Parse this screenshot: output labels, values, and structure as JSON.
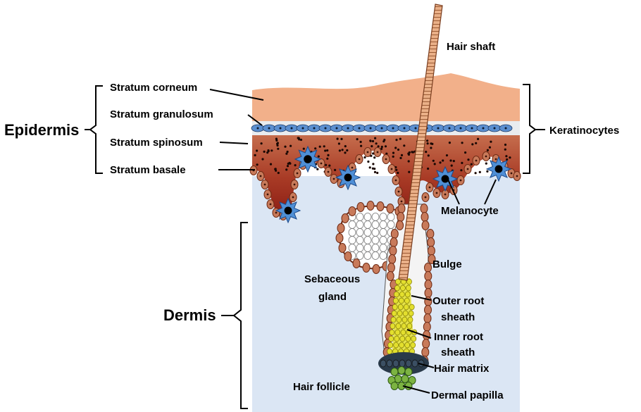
{
  "labels": {
    "hair_shaft": "Hair shaft",
    "stratum_corneum": "Stratum corneum",
    "stratum_granulosum": "Stratum granulosum",
    "stratum_spinosum": "Stratum spinosum",
    "stratum_basale": "Stratum basale",
    "epidermis": "Epidermis",
    "keratinocytes": "Keratinocytes",
    "melanocyte": "Melanocyte",
    "bulge": "Bulge",
    "sebaceous_gland_line1": "Sebaceous",
    "sebaceous_gland_line2": "gland",
    "dermis": "Dermis",
    "outer_root_sheath_line1": "Outer root",
    "outer_root_sheath_line2": "sheath",
    "inner_root_sheath_line1": "Inner root",
    "inner_root_sheath_line2": "sheath",
    "hair_matrix": "Hair matrix",
    "hair_follicle": "Hair  follicle",
    "dermal_papilla": "Dermal papilla"
  },
  "colors": {
    "dermis_bg": "#dbe6f4",
    "stratum_corneum": "#f2b08a",
    "epidermis_deep": "#8b1d14",
    "epidermis_mid": "#c7704f",
    "cell_fill": "#c87a5a",
    "cell_stroke": "#6e2a14",
    "granulosum_cell": "#5b8fd0",
    "melanocyte": "#4f8fd6",
    "hair_shaft": "#e8a070",
    "inner_root": "#e3df2e",
    "hair_matrix": "#2a3a4a",
    "dermal_papilla": "#7cb342"
  }
}
